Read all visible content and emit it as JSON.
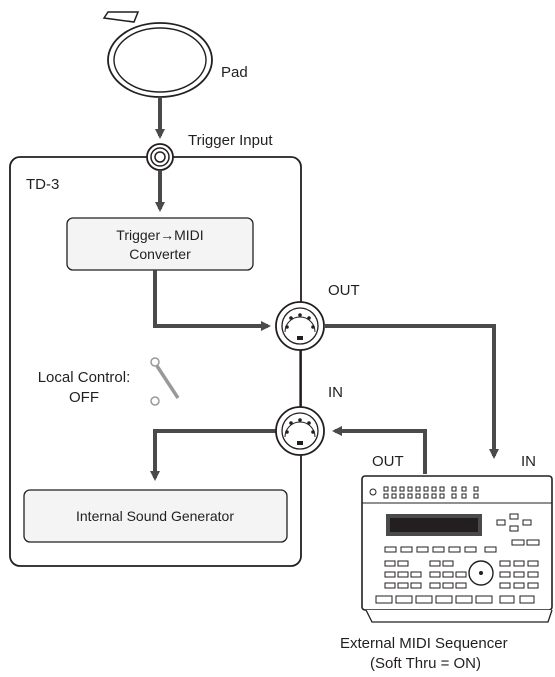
{
  "diagram": {
    "pad_label": "Pad",
    "trigger_input_label": "Trigger Input",
    "device_label": "TD-3",
    "converter_line1": "Trigger→MIDI",
    "converter_line2": "Converter",
    "local_control_line1": "Local Control:",
    "local_control_line2": "OFF",
    "sound_generator_label": "Internal Sound Generator",
    "td3_out_label": "OUT",
    "td3_in_label": "IN",
    "sequencer_out_label": "OUT",
    "sequencer_in_label": "IN",
    "sequencer_name": "External MIDI Sequencer",
    "sequencer_note": "(Soft Thru = ON)"
  },
  "colors": {
    "line": "#4a4a4a",
    "outline": "#231f20",
    "box_fill": "#f4f4f4",
    "panel_fill": "#f7f7f7"
  },
  "icons": [
    "drum-pad-icon",
    "trigger-jack-icon",
    "midi-port-icon",
    "midi-sequencer-icon"
  ]
}
